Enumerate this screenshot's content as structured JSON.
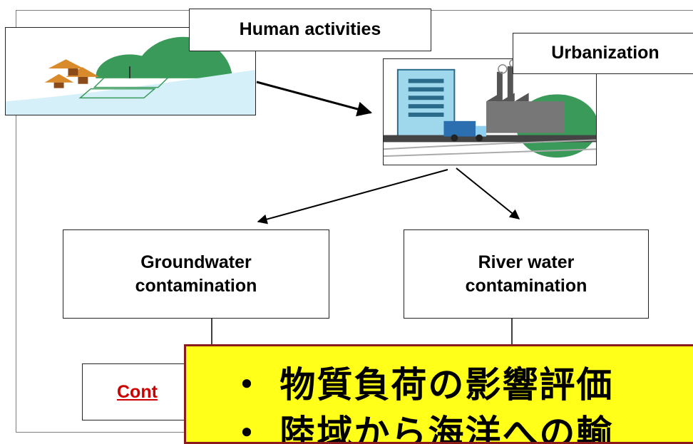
{
  "labels": {
    "human_activities": "Human activities",
    "urbanization": "Urbanization"
  },
  "boxes": {
    "groundwater_line1": "Groundwater",
    "groundwater_line2": "contamination",
    "river_line1": "River water",
    "river_line2": "contamination",
    "cont_partial": "Cont"
  },
  "overlay": {
    "line1": "・ 物質負荷の影響評価",
    "line2": "・ 陸域から海洋への輸"
  },
  "colors": {
    "overlay_fill": "#ffff1a",
    "overlay_border": "#8b1a1a",
    "cont_text": "#cc0000"
  }
}
